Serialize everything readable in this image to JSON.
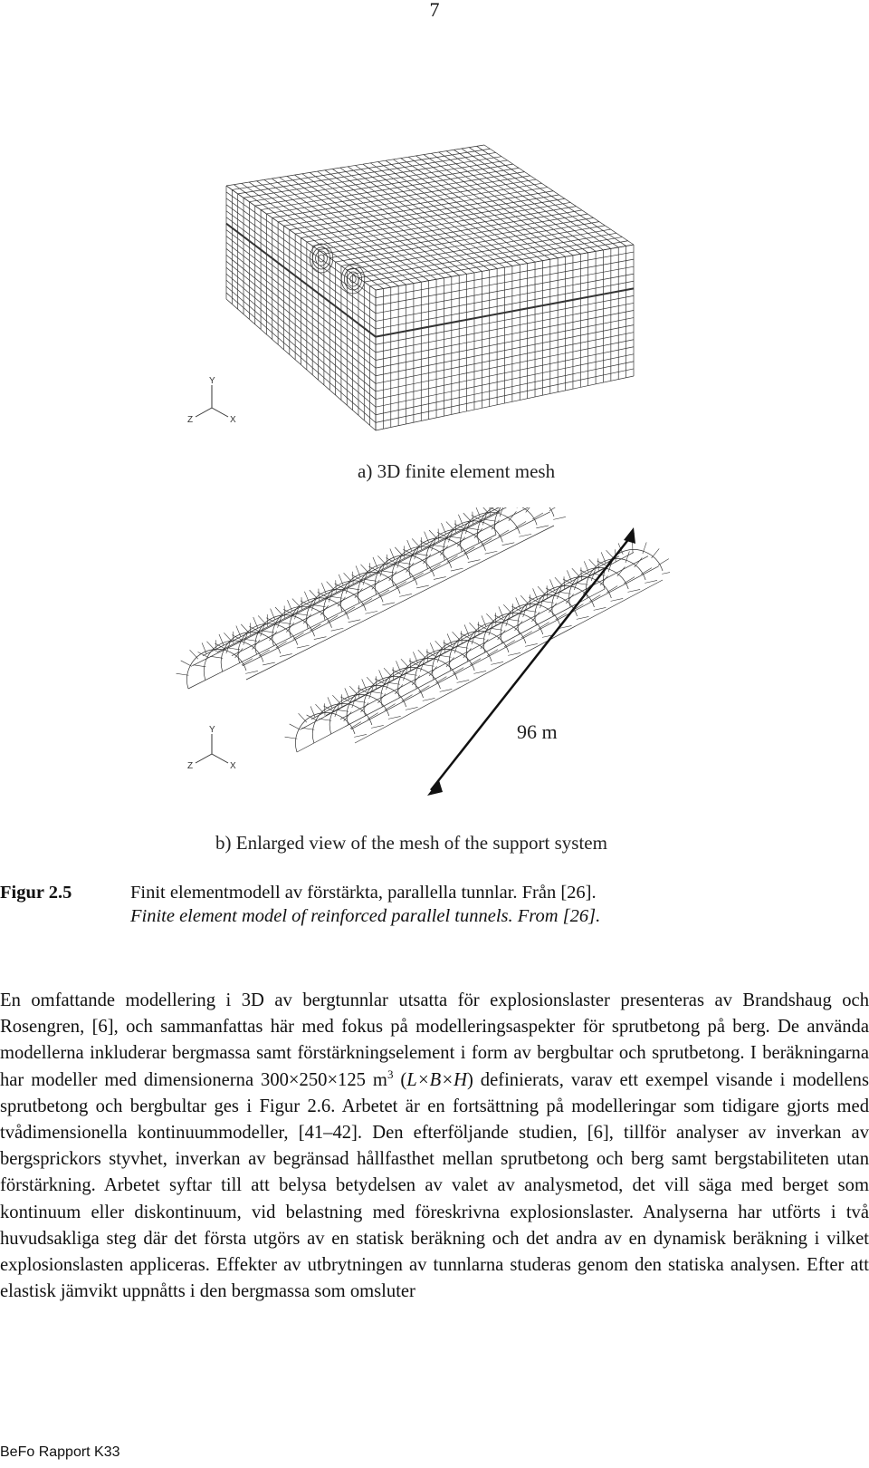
{
  "page_number": "7",
  "figure": {
    "subfigure_a": {
      "label": "a) 3D finite element mesh",
      "axes": {
        "y": "Y",
        "z": "Z",
        "x": "X"
      }
    },
    "subfigure_b": {
      "label": "b) Enlarged view of the mesh of the support system",
      "dimension": "96 m",
      "axes": {
        "y": "Y",
        "z": "Z",
        "x": "X"
      }
    },
    "caption_label": "Figur 2.5",
    "caption_sv": "Finit elementmodell av förstärkta, parallella tunnlar. Från [26].",
    "caption_en": "Finite element model of reinforced parallel tunnels. From [26]."
  },
  "body": {
    "p1_a": "En omfattande modellering i 3D av bergtunnlar utsatta för explosionslaster presenteras av Brandshaug och Rosengren, [6], och sammanfattas här med fokus på modelleringsaspekter för sprutbetong på berg. De använda modellerna inkluderar bergmassa samt förstärkningselement i form av bergbultar och sprutbetong. I beräkningarna har modeller med dimensionerna 300×250×125 m",
    "p1_sup": "3",
    "p1_b": " (",
    "p1_dims": "L×B×H",
    "p1_c": ") definierats, varav ett exempel visande i modellens sprutbetong och bergbultar ges i Figur 2.6. Arbetet är en fortsättning på modelleringar som tidigare gjorts med tvådimensionella kontinuummodeller, [41–42]. Den efterföljande studien, [6], tillför analyser av inverkan av bergsprickors styvhet, inverkan av begränsad hållfasthet mellan sprutbetong och berg samt bergstabiliteten utan förstärkning. Arbetet syftar till att belysa betydelsen av valet av analysmetod, det vill säga med berget som kontinuum eller diskontinuum, vid belastning med föreskrivna explosionslaster. Analyserna har utförts i två huvudsakliga steg där det första utgörs av en statisk beräkning och det andra av en dynamisk beräkning i vilket explosionslasten appliceras. Effekter av utbrytningen av tunnlarna studeras genom den statiska analysen. Efter att elastisk jämvikt uppnåtts i den bergmassa som omsluter"
  },
  "footer": "BeFo Rapport K33"
}
